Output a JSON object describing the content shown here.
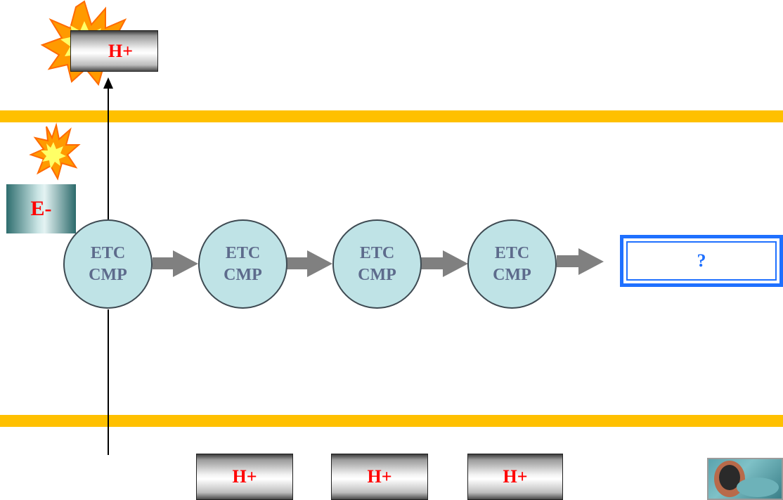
{
  "ions": {
    "top": "H+",
    "bottom": [
      "H+",
      "H+",
      "H+"
    ]
  },
  "electron": "E-",
  "complexes": [
    {
      "line1": "ETC",
      "line2": "CMP"
    },
    {
      "line1": "ETC",
      "line2": "CMP"
    },
    {
      "line1": "ETC",
      "line2": "CMP"
    },
    {
      "line1": "ETC",
      "line2": "CMP"
    }
  ],
  "question": "?",
  "colors": {
    "membrane": "#ffc000",
    "complex_fill": "#bfe3e6",
    "complex_text": "#5d6b8c",
    "ion_text": "#ff0000",
    "question_accent": "#1f70ff",
    "arrow": "#808080"
  }
}
